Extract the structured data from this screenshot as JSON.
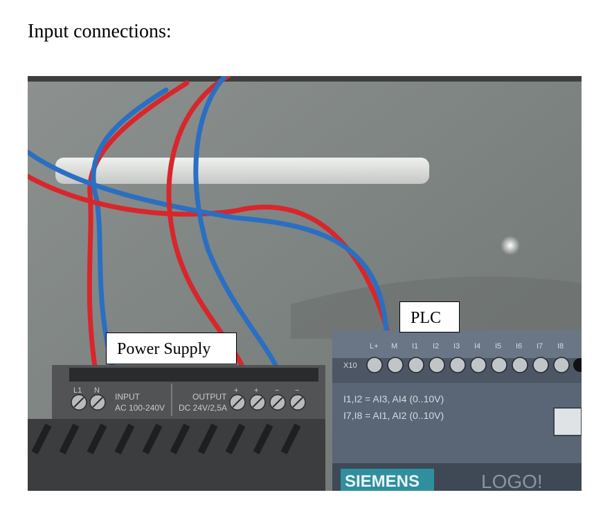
{
  "heading": "Input connections:",
  "callouts": {
    "power_supply": "Power Supply",
    "plc": "PLC"
  },
  "power_supply_unit": {
    "terminal_labels": [
      "L1",
      "N",
      "+",
      "+",
      "−",
      "−"
    ],
    "input_label": "INPUT",
    "input_rating": "AC 100-240V",
    "output_label": "OUTPUT",
    "output_rating": "DC 24V/2,5A"
  },
  "plc_unit": {
    "connector": "X10",
    "terminal_labels": [
      "L+",
      "M",
      "I1",
      "I2",
      "I3",
      "I4",
      "I5",
      "I6",
      "I7",
      "I8"
    ],
    "analog_note_1": "I1,I2 = AI3, AI4 (0..10V)",
    "analog_note_2": "I7,I8 = AI1, AI2 (0..10V)",
    "brand": "SIEMENS",
    "model": "LOGO!"
  },
  "colors": {
    "wire_red": "#d9262b",
    "wire_blue": "#2a6fc2",
    "plc_body": "#5a6575",
    "psu_body": "#4d4d4f",
    "siemens_teal": "#2f8f9e"
  }
}
